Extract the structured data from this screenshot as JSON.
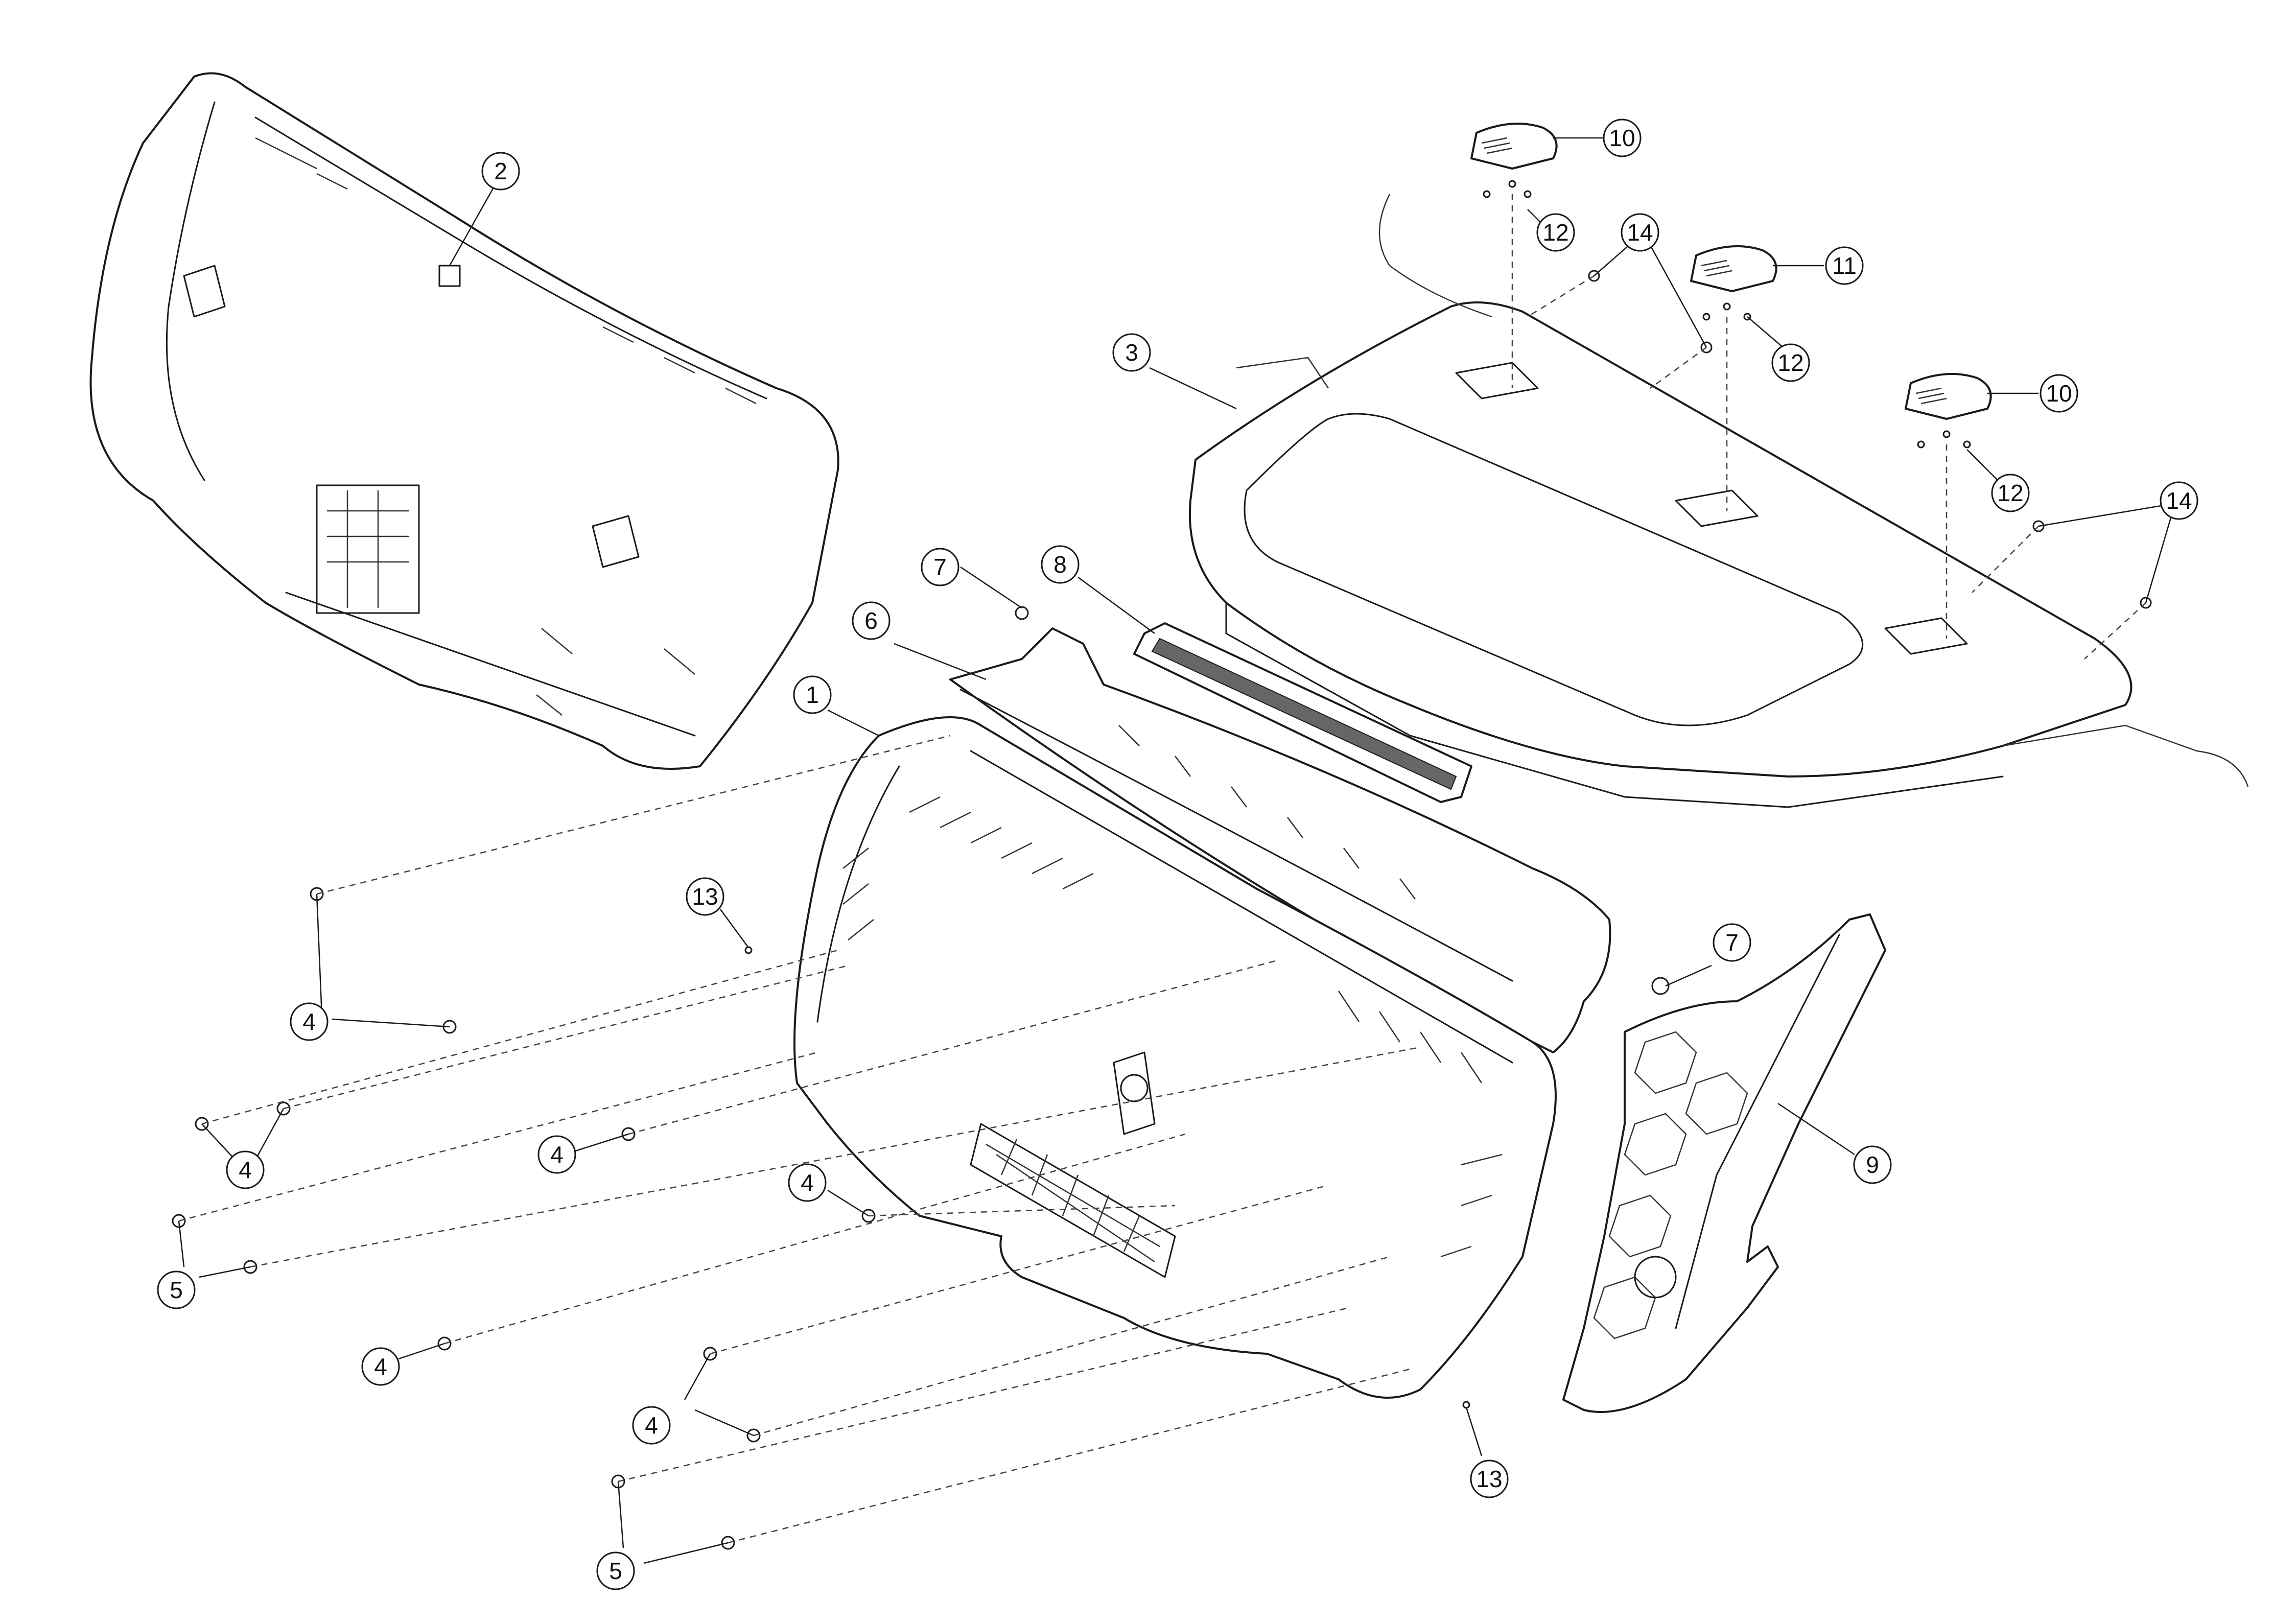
{
  "diagram": {
    "type": "exploded-parts-view",
    "balloons": [
      {
        "id": "b1",
        "label": "1"
      },
      {
        "id": "b2",
        "label": "2"
      },
      {
        "id": "b3",
        "label": "3"
      },
      {
        "id": "b4a",
        "label": "4"
      },
      {
        "id": "b4b",
        "label": "4"
      },
      {
        "id": "b4c",
        "label": "4"
      },
      {
        "id": "b4d",
        "label": "4"
      },
      {
        "id": "b4e",
        "label": "4"
      },
      {
        "id": "b4f",
        "label": "4"
      },
      {
        "id": "b5a",
        "label": "5"
      },
      {
        "id": "b5b",
        "label": "5"
      },
      {
        "id": "b6",
        "label": "6"
      },
      {
        "id": "b7a",
        "label": "7"
      },
      {
        "id": "b7b",
        "label": "7"
      },
      {
        "id": "b8",
        "label": "8"
      },
      {
        "id": "b9",
        "label": "9"
      },
      {
        "id": "b10a",
        "label": "10"
      },
      {
        "id": "b10b",
        "label": "10"
      },
      {
        "id": "b11",
        "label": "11"
      },
      {
        "id": "b12a",
        "label": "12"
      },
      {
        "id": "b12b",
        "label": "12"
      },
      {
        "id": "b12c",
        "label": "12"
      },
      {
        "id": "b13a",
        "label": "13"
      },
      {
        "id": "b13b",
        "label": "13"
      },
      {
        "id": "b14a",
        "label": "14"
      },
      {
        "id": "b14b",
        "label": "14"
      }
    ],
    "colors": {
      "line": "#1a1a1a",
      "fill": "#ffffff",
      "dashed": "#444444"
    }
  }
}
